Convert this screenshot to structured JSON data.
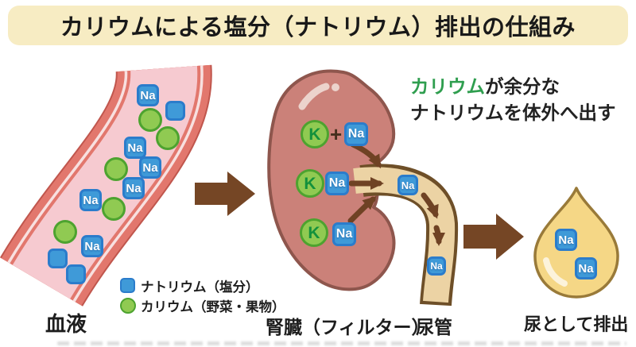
{
  "header": {
    "title": "カリウムによる塩分（ナトリウム）排出の仕組み"
  },
  "symbols": {
    "na": "Na",
    "k": "K",
    "plus": "+"
  },
  "legend": {
    "sodium": "ナトリウム（塩分）",
    "potassium": "カリウム（野菜・果物）"
  },
  "labels": {
    "blood": "血液",
    "kidney": "腎臓（フィルター）",
    "ureter": "尿管",
    "urine": "尿として排出"
  },
  "kidney_note": {
    "highlight": "カリウム",
    "line1_rest": "が余分な",
    "line2": "ナトリウムを体外へ出す"
  },
  "colors": {
    "header_bg": "#f7ecc3",
    "sodium_blue": "#3f9ad8",
    "sodium_border": "#2b7ccb",
    "potassium_green": "#90ca52",
    "potassium_border": "#4da32f",
    "vessel_wall_red": "#e2776d",
    "vessel_inner_pink": "#f6cad0",
    "kidney_pink": "#cb8179",
    "kidney_outline": "#8e564d",
    "ureter_tan": "#ecd3a4",
    "ureter_outline": "#6e4f28",
    "arrow_brown": "#754625",
    "urine_yellow": "#f5d786",
    "urine_outline": "#997a39",
    "highlight_green": "#2f9e4f"
  }
}
